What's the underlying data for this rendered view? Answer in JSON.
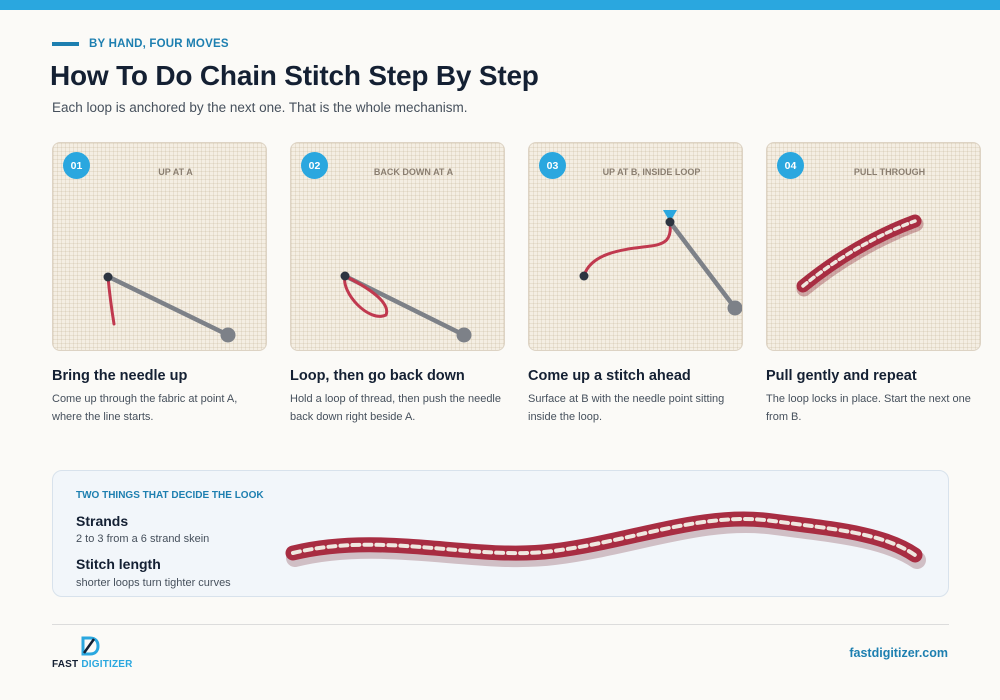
{
  "header": {
    "kicker": "BY HAND, FOUR MOVES",
    "title": "How To Do Chain Stitch Step By Step",
    "subtitle": "Each loop is anchored by the next one. That is the whole mechanism."
  },
  "steps": [
    {
      "number": "01",
      "label": "UP AT A",
      "title": "Bring the needle up",
      "desc": "Come up through the fabric at point A, where the line starts."
    },
    {
      "number": "02",
      "label": "BACK DOWN AT A",
      "title": "Loop, then go back down",
      "desc": "Hold a loop of thread, then push the needle back down right beside A."
    },
    {
      "number": "03",
      "label": "UP AT B, INSIDE LOOP",
      "title": "Come up a stitch ahead",
      "desc": "Surface at B with the needle point sitting inside the loop."
    },
    {
      "number": "04",
      "label": "PULL THROUGH",
      "title": "Pull gently and repeat",
      "desc": "The loop locks in place. Start the next one from B."
    }
  ],
  "look": {
    "kicker": "TWO THINGS THAT DECIDE THE LOOK",
    "items": [
      {
        "title": "Strands",
        "desc": "2 to 3 from a 6 strand skein"
      },
      {
        "title": "Stitch length",
        "desc": "shorter loops turn tighter curves"
      }
    ]
  },
  "footer": {
    "logo_word1": "FAST",
    "logo_word2": "DIGITIZER",
    "url": "fastdigitizer.com"
  },
  "colors": {
    "accent": "#2aa7df",
    "accent_dark": "#1d7fb0",
    "thread": "#c0394f",
    "needle": "#7d8188",
    "ink": "#142033"
  }
}
